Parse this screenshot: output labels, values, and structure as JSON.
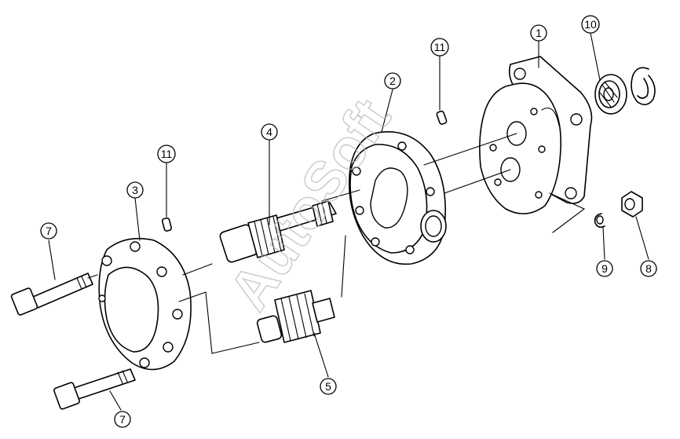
{
  "watermark": "AutoSoft",
  "callouts": [
    {
      "id": "c1",
      "label": "1"
    },
    {
      "id": "c2",
      "label": "2"
    },
    {
      "id": "c3",
      "label": "3"
    },
    {
      "id": "c4",
      "label": "4"
    },
    {
      "id": "c5",
      "label": "5"
    },
    {
      "id": "c7a",
      "label": "7"
    },
    {
      "id": "c7b",
      "label": "7"
    },
    {
      "id": "c8",
      "label": "8"
    },
    {
      "id": "c9",
      "label": "9"
    },
    {
      "id": "c10",
      "label": "10"
    },
    {
      "id": "c11a",
      "label": "11"
    },
    {
      "id": "c11b",
      "label": "11"
    }
  ]
}
